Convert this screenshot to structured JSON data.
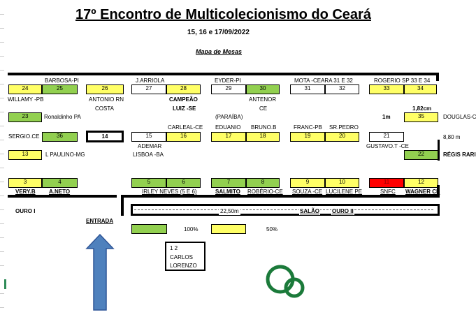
{
  "header": {
    "title": "17º Encontro de Multicolecionismo do Ceará",
    "dates": "15, 16 e 17/09/2022",
    "subtitle": "Mapa de Mesas"
  },
  "colors": {
    "full": "#92d050",
    "half": "#ffff66",
    "red": "#ff0000"
  },
  "labels": {
    "barbosa": "BARBOSA-PI",
    "jarriola": "J.ARRIOLA",
    "eyder": "EYDER-PI",
    "mota": "MOTA -CEARA 31 E 32",
    "rogerio": "ROGERIO SP  33 E 34",
    "willamy": "WILLAMY -PB",
    "antonio1": "ANTONIO RN",
    "antonio2": "COSTA",
    "campeao1": "CAMPEÃO",
    "campeao2": "LUIZ -SE",
    "antenor1": "ANTENOR",
    "antenor2": "CE",
    "m182": "1,82cm",
    "ronaldinho": "Ronaldinho  PA",
    "paraiba": "(PARAÍBA)",
    "one_m": "1m",
    "douglas": "DOUGLAS-CE",
    "carleal": "CARLEAL-CE",
    "eduanio": "EDUANIO",
    "brunob": "BRUNO.B",
    "francpb": "FRANC-PB",
    "srpedro": "SR.PEDRO",
    "sergio": "SERGIO.CE",
    "m880": "8,80 m",
    "ademar": "ADEMAR",
    "gustavo": "GUSTAVO.T -CE",
    "paulino": "L PAULINO-MG",
    "lisboa": "LISBOA -BA",
    "regis": "RÉGIS RARIDADES",
    "veryb": "VERY.B",
    "aneto": "A.NETO",
    "irley": "IRLEY NEVES (5 E 6)",
    "salmito": "SALMITO",
    "roberio": "ROBÉRIO-CE",
    "souza": "SOUZA -CE",
    "lucilene": "LUCILENE PE",
    "snfc": "SNFC",
    "wagner": "WAGNER CE",
    "ouro1": "OURO I",
    "entrada": "ENTRADA",
    "dist": "22,50m",
    "salao": "SALÃO",
    "ouro2": "OURO II",
    "legend_full": "100%",
    "legend_half": "50%",
    "carlos_nums": "1   2",
    "carlos1": "CARLOS",
    "carlos2": "LORENZO"
  },
  "tables": {
    "t24": "24",
    "t25": "25",
    "t26": "26",
    "t27": "27",
    "t28": "28",
    "t29": "29",
    "t30": "30",
    "t31": "31",
    "t32": "32",
    "t33": "33",
    "t34": "34",
    "t23": "23",
    "t35": "35",
    "t36": "36",
    "t14": "14",
    "t15": "15",
    "t16": "16",
    "t17": "17",
    "t18": "18",
    "t19": "19",
    "t20": "20",
    "t21": "21",
    "t13": "13",
    "t22": "22",
    "t3": "3",
    "t4": "4",
    "t5": "5",
    "t6": "6",
    "t7": "7",
    "t8": "8",
    "t9": "9",
    "t10": "10",
    "t11": "11",
    "t12": "12"
  }
}
